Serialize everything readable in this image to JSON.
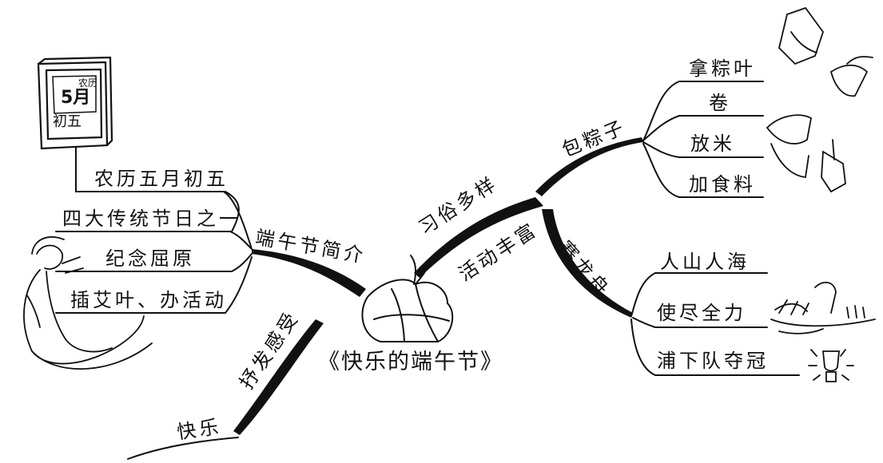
{
  "title": "《快乐的端午节》",
  "branches": {
    "intro": {
      "label": "端午节简介",
      "items": [
        "农历五月初五",
        "四大传统节日之一",
        "纪念屈原",
        "插艾叶、办活动"
      ]
    },
    "customs": {
      "label": "习俗多样"
    },
    "activities": {
      "label": "活动丰富"
    },
    "zongzi": {
      "label": "包粽子",
      "items": [
        "拿粽叶",
        "卷",
        "放米",
        "加食料"
      ]
    },
    "dragonboat": {
      "label": "赛龙舟",
      "items": [
        "人山人海",
        "使尽全力",
        "浦下队夺冠"
      ]
    },
    "feelings": {
      "label": "抒发感受"
    },
    "happy": {
      "label": "快乐"
    }
  },
  "calendar_text": {
    "lines": [
      "农历",
      "5月",
      "初五"
    ]
  },
  "ink_color": "#111111",
  "icons": [
    "calendar-icon",
    "qu-yuan-figure",
    "zongzi-icon",
    "leaf-wrapping-icons",
    "dragon-boat-icon",
    "trophy-icon"
  ]
}
